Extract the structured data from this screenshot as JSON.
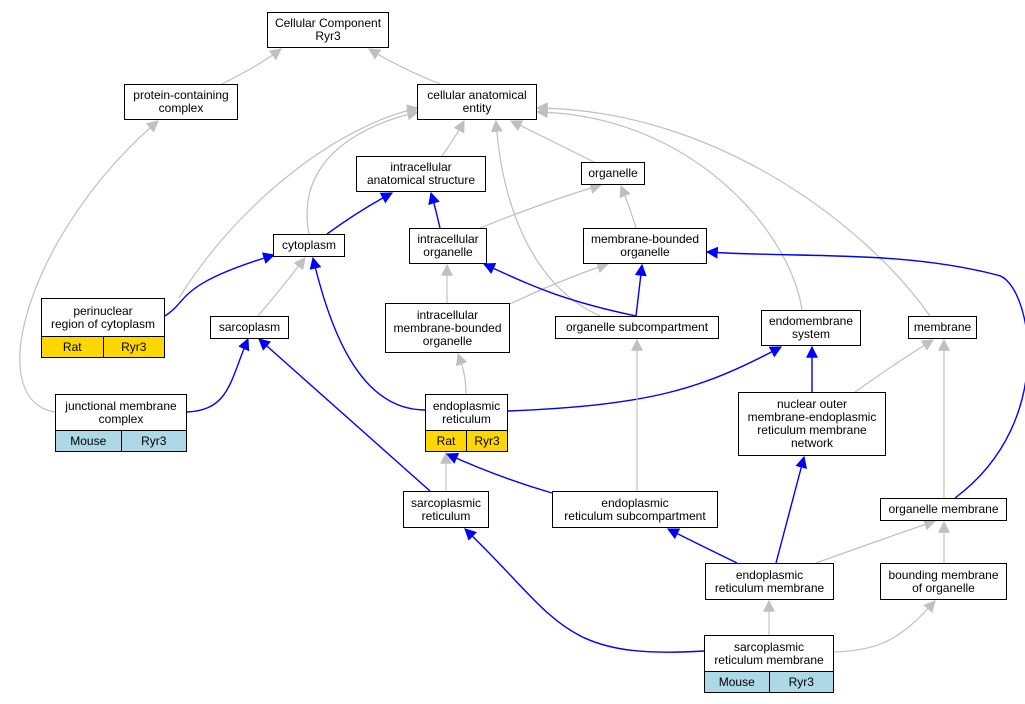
{
  "colors": {
    "is_a_edge": "#c0c0c0",
    "part_of_edge": "#0000ff",
    "rat": "#ffd700",
    "mouse": "#add8e6"
  },
  "nodes": {
    "cc": {
      "label": "Cellular Component\nRyr3"
    },
    "pcc": {
      "label": "protein-containing\ncomplex"
    },
    "cae": {
      "label": "cellular anatomical\nentity"
    },
    "ias": {
      "label": "intracellular\nanatomical structure"
    },
    "org": {
      "label": "organelle"
    },
    "cyto": {
      "label": "cytoplasm"
    },
    "io": {
      "label": "intracellular\norganelle"
    },
    "mbo": {
      "label": "membrane-bounded\norganelle"
    },
    "prc": {
      "label": "perinuclear\nregion of cytoplasm",
      "species": "Rat",
      "gene": "Ryr3"
    },
    "sarco": {
      "label": "sarcoplasm"
    },
    "imbo": {
      "label": "intracellular\nmembrane-bounded\norganelle"
    },
    "osc": {
      "label": "organelle subcompartment"
    },
    "ems": {
      "label": "endomembrane\nsystem"
    },
    "mem": {
      "label": "membrane"
    },
    "jmc": {
      "label": "junctional membrane\ncomplex",
      "species": "Mouse",
      "gene": "Ryr3"
    },
    "er": {
      "label": "endoplasmic\nreticulum",
      "species": "Rat",
      "gene": "Ryr3"
    },
    "nom": {
      "label": "nuclear outer\nmembrane-endoplasmic\nreticulum membrane\nnetwork"
    },
    "sr": {
      "label": "sarcoplasmic\nreticulum"
    },
    "ersc": {
      "label": "endoplasmic\nreticulum subcompartment"
    },
    "om": {
      "label": "organelle membrane"
    },
    "erm": {
      "label": "endoplasmic\nreticulum membrane"
    },
    "bmo": {
      "label": "bounding membrane\nof organelle"
    },
    "srm": {
      "label": "sarcoplasmic\nreticulum membrane",
      "species": "Mouse",
      "gene": "Ryr3"
    }
  },
  "edges": [
    {
      "from": "pcc",
      "to": "cc",
      "type": "is_a"
    },
    {
      "from": "cae",
      "to": "cc",
      "type": "is_a"
    },
    {
      "from": "ias",
      "to": "cae",
      "type": "is_a"
    },
    {
      "from": "org",
      "to": "cae",
      "type": "is_a"
    },
    {
      "from": "cyto",
      "to": "cae",
      "type": "is_a"
    },
    {
      "from": "prc",
      "to": "cae",
      "type": "is_a"
    },
    {
      "from": "osc",
      "to": "cae",
      "type": "is_a"
    },
    {
      "from": "ems",
      "to": "cae",
      "type": "is_a"
    },
    {
      "from": "mem",
      "to": "cae",
      "type": "is_a"
    },
    {
      "from": "jmc",
      "to": "pcc",
      "type": "is_a"
    },
    {
      "from": "cyto",
      "to": "ias",
      "type": "part_of"
    },
    {
      "from": "io",
      "to": "ias",
      "type": "part_of"
    },
    {
      "from": "io",
      "to": "org",
      "type": "is_a"
    },
    {
      "from": "mbo",
      "to": "org",
      "type": "is_a"
    },
    {
      "from": "prc",
      "to": "cyto",
      "type": "part_of"
    },
    {
      "from": "sarco",
      "to": "cyto",
      "type": "is_a"
    },
    {
      "from": "er",
      "to": "cyto",
      "type": "part_of"
    },
    {
      "from": "imbo",
      "to": "io",
      "type": "is_a"
    },
    {
      "from": "imbo",
      "to": "mbo",
      "type": "is_a"
    },
    {
      "from": "osc",
      "to": "io",
      "type": "part_of"
    },
    {
      "from": "osc",
      "to": "mbo",
      "type": "part_of"
    },
    {
      "from": "om",
      "to": "mbo",
      "type": "part_of"
    },
    {
      "from": "jmc",
      "to": "sarco",
      "type": "part_of"
    },
    {
      "from": "sr",
      "to": "sarco",
      "type": "part_of"
    },
    {
      "from": "er",
      "to": "imbo",
      "type": "is_a"
    },
    {
      "from": "er",
      "to": "ems",
      "type": "part_of"
    },
    {
      "from": "nom",
      "to": "ems",
      "type": "part_of"
    },
    {
      "from": "ersc",
      "to": "osc",
      "type": "is_a"
    },
    {
      "from": "nom",
      "to": "mem",
      "type": "is_a"
    },
    {
      "from": "om",
      "to": "mem",
      "type": "is_a"
    },
    {
      "from": "sr",
      "to": "er",
      "type": "is_a"
    },
    {
      "from": "ersc",
      "to": "er",
      "type": "part_of"
    },
    {
      "from": "erm",
      "to": "nom",
      "type": "part_of"
    },
    {
      "from": "erm",
      "to": "ersc",
      "type": "part_of"
    },
    {
      "from": "erm",
      "to": "om",
      "type": "is_a"
    },
    {
      "from": "bmo",
      "to": "om",
      "type": "is_a"
    },
    {
      "from": "srm",
      "to": "sr",
      "type": "part_of"
    },
    {
      "from": "srm",
      "to": "erm",
      "type": "is_a"
    },
    {
      "from": "srm",
      "to": "bmo",
      "type": "is_a"
    }
  ]
}
